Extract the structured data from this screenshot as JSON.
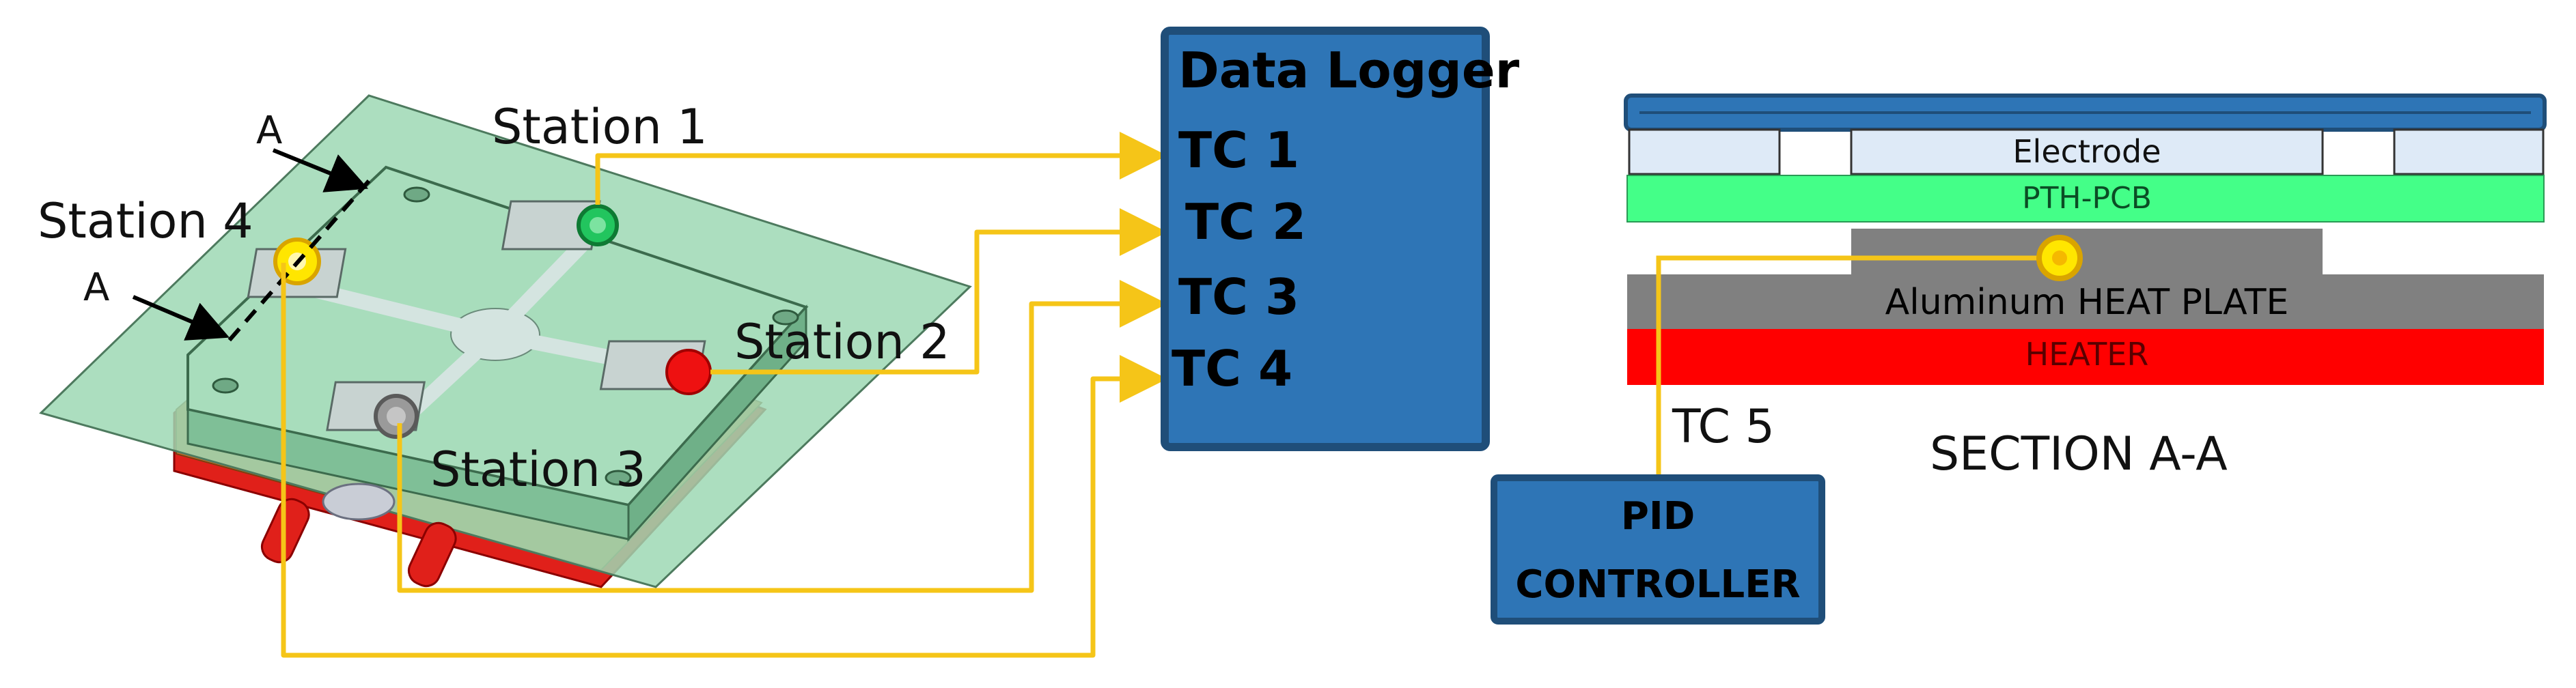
{
  "assembly": {
    "station1": "Station 1",
    "station2": "Station 2",
    "station3": "Station 3",
    "station4": "Station 4",
    "section_marker_top": "A",
    "section_marker_bottom": "A"
  },
  "logger": {
    "title": "Data Logger",
    "channels": [
      "TC 1",
      "TC 2",
      "TC 3",
      "TC 4"
    ]
  },
  "section": {
    "electrode": "Electrode",
    "pcb": "PTH-PCB",
    "heat_plate": "Aluminum  HEAT PLATE",
    "heater": "HEATER",
    "thermocouple": "TC 5",
    "title": "SECTION A-A"
  },
  "controller": {
    "line1": "PID",
    "line2": "CONTROLLER"
  },
  "colors": {
    "wire": "#F5C518",
    "box_fill": "#2E75B6",
    "box_border": "#1F4E79",
    "pcb": "#44FF88",
    "heater": "#FF0000",
    "plate": "#808080",
    "board": "#9ED8B4",
    "station1_dot": "#22C55E",
    "station2_dot": "#EE1111",
    "station3_dot": "#999999",
    "station4_dot": "#FFE600"
  }
}
